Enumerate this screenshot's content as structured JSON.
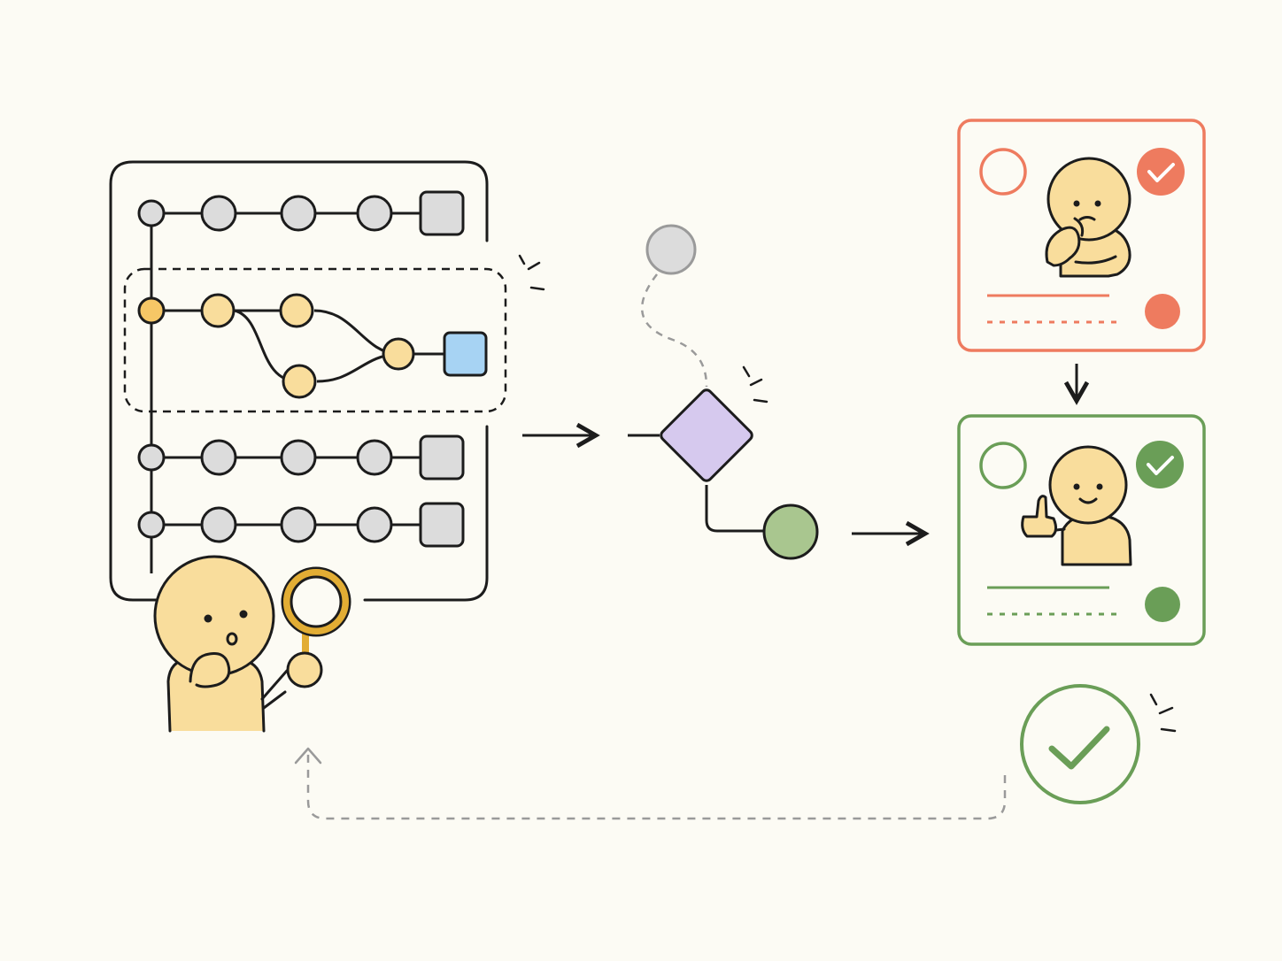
{
  "colors": {
    "background": "#fcfbf4",
    "ink": "#1c1c1c",
    "node_gray": "#dcdcdc",
    "node_yellow": "#f9dd9c",
    "node_orange": "#f6c766",
    "node_blue": "#a7d3f3",
    "diamond_purple": "#d6c9ee",
    "node_green": "#a9c68f",
    "reject_red": "#ee7b5f",
    "approve_green": "#6a9e57",
    "dashed_gray": "#9a9a9a",
    "character_skin": "#f9dd9c",
    "magnifier_gold": "#e2ad34"
  },
  "icons": [
    "workflow-list-panel",
    "highlighted-branch-row",
    "curious-character-with-magnifier",
    "arrow-right-icon",
    "decision-diamond-icon",
    "rejected-card",
    "thinking-character",
    "arrow-down-icon",
    "approved-card",
    "thumbs-up-character",
    "big-check-icon",
    "dashed-loop-arrow"
  ]
}
